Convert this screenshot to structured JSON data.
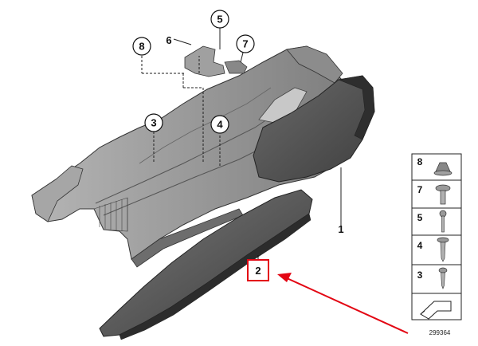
{
  "callouts": {
    "c8": "8",
    "c6": "6",
    "c5": "5",
    "c7": "7",
    "c3": "3",
    "c4": "4",
    "c1": "1",
    "c2": "2"
  },
  "legend": {
    "items": [
      {
        "num": "8",
        "icon": "nut-icon"
      },
      {
        "num": "7",
        "icon": "collar-screw-icon"
      },
      {
        "num": "5",
        "icon": "bolt-icon"
      },
      {
        "num": "4",
        "icon": "self-tapping-screw-icon"
      },
      {
        "num": "3",
        "icon": "sheet-metal-screw-icon"
      }
    ]
  },
  "diagram_number": "299364",
  "colors": {
    "highlight": "#e30613",
    "part_dark": "#4d4d4d",
    "part_light": "#9a9a9a"
  }
}
